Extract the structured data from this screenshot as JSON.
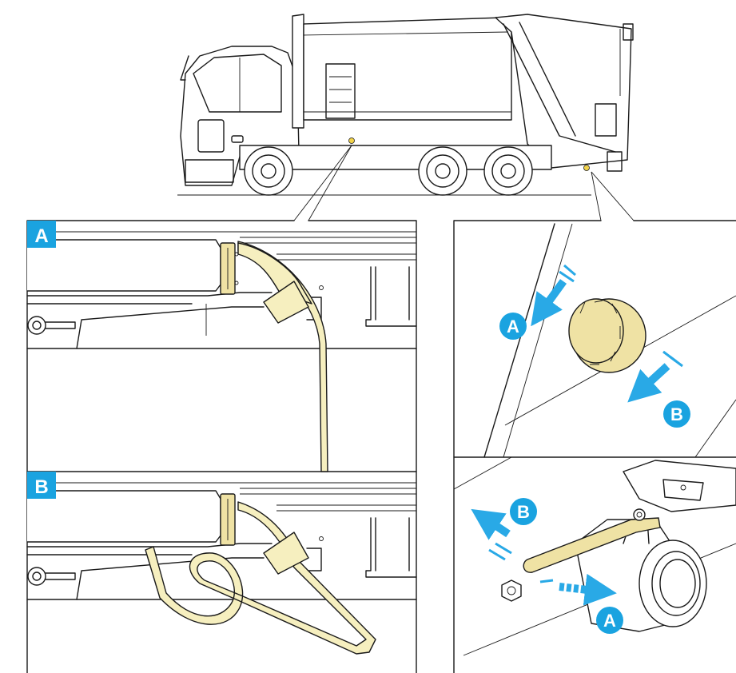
{
  "colors": {
    "accent_blue": "#1aa3e0",
    "arrow_blue": "#29a9e6",
    "hose_fill": "#f6efbf",
    "brass_fill": "#efe2a4",
    "line": "#1a1a1a"
  },
  "panels": {
    "hose_stowed": {
      "tag": "A"
    },
    "hose_deployed": {
      "tag": "B"
    },
    "cap": {
      "label_a": "A",
      "label_b": "B"
    },
    "valve": {
      "label_a": "A",
      "label_b": "B"
    }
  }
}
